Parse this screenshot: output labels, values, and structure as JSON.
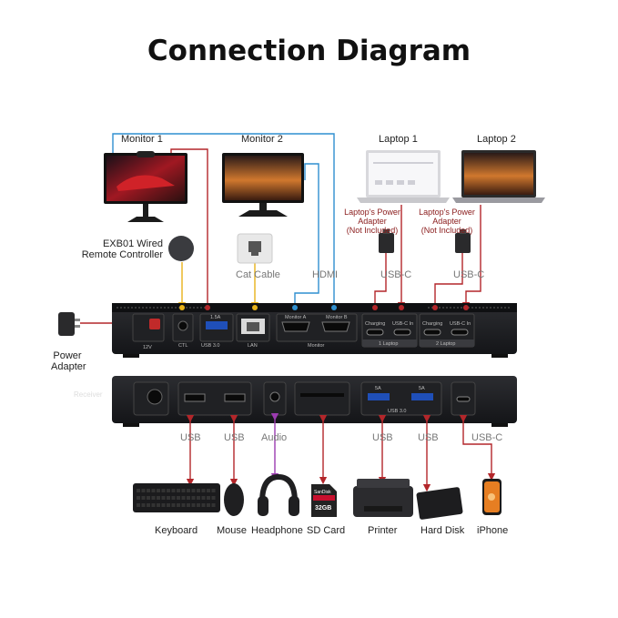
{
  "title": "Connection Diagram",
  "top_devices": {
    "monitor1": "Monitor 1",
    "monitor2": "Monitor 2",
    "laptop1": "Laptop 1",
    "laptop2": "Laptop 2"
  },
  "remote": {
    "line1": "EXB01 Wired",
    "line2": "Remote Controller"
  },
  "cat_cable": "Cat Cable",
  "hdmi": "HDMI",
  "usbc_top": "USB-C",
  "adapter_note": {
    "line1": "Laptop's Power",
    "line2": "Adapter",
    "line3": "(Not Included)"
  },
  "power_adapter": {
    "line1": "Power",
    "line2": "Adapter"
  },
  "rear_ports": {
    "dc": "12V",
    "ctl": "CTL",
    "usb30": "USB 3.0",
    "usb_amp": "1.5A",
    "lan": "LAN",
    "monitor_a": "Monitor A",
    "monitor_b": "Monitor B",
    "monitor": "Monitor",
    "charging": "Charging",
    "usbc_in": "USB-C In",
    "laptop1_tag": "1 Laptop",
    "laptop2_tag": "2 Laptop"
  },
  "front_ports": {
    "receiver": "Receiver",
    "usb30": "USB 3.0",
    "amp": "5A"
  },
  "connection_labels": {
    "usb1": "USB",
    "usb2": "USB",
    "audio": "Audio",
    "usb3": "USB",
    "usb4": "USB",
    "usbc": "USB-C"
  },
  "bottom_devices": {
    "keyboard": "Keyboard",
    "mouse": "Mouse",
    "headphone": "Headphone",
    "sd_card": "SD Card",
    "printer": "Printer",
    "hard_disk": "Hard Disk",
    "iphone": "iPhone"
  },
  "sd_card_text": {
    "brand": "SanDisk",
    "size": "32GB"
  },
  "colors": {
    "red": "#b3262a",
    "blue": "#2f8fd0",
    "yellow": "#e8b21a",
    "purple": "#9b3bb0",
    "grey": "#8a8a8a",
    "dock": "#1e1f22"
  }
}
